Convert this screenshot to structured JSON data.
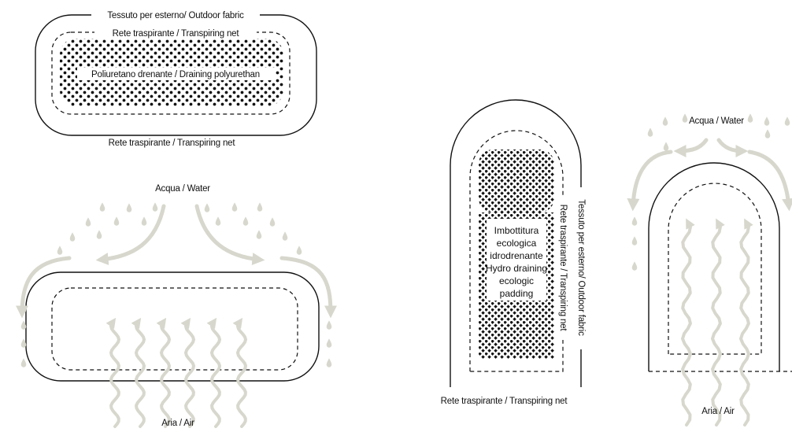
{
  "colors": {
    "line": "#111111",
    "flow": "#d7d7cd",
    "background": "#ffffff"
  },
  "panel_top": {
    "outer_label": "Tessuto per esterno/ Outdoor fabric",
    "inner_label": "Rete traspirante / Transpiring net",
    "core_label": "Poliuretano drenante / Draining polyurethan",
    "bottom_label": "Rete traspirante / Transpiring net"
  },
  "panel_bottom_left": {
    "water_label": "Acqua / Water",
    "air_label": "Aria / Air"
  },
  "panel_middle": {
    "padding_lines": [
      "Imbottitura",
      "ecologica",
      "idrodrenante",
      "Hydro draining",
      "ecologic",
      "padding"
    ],
    "outer_label": "Tessuto per esterno/ Outdoor fabric",
    "inner_label": "Rete traspirante / Transpiring net",
    "bottom_label": "Rete traspirante / Transpiring net"
  },
  "panel_right": {
    "water_label": "Acqua / Water",
    "air_label": "Aria / Air"
  }
}
